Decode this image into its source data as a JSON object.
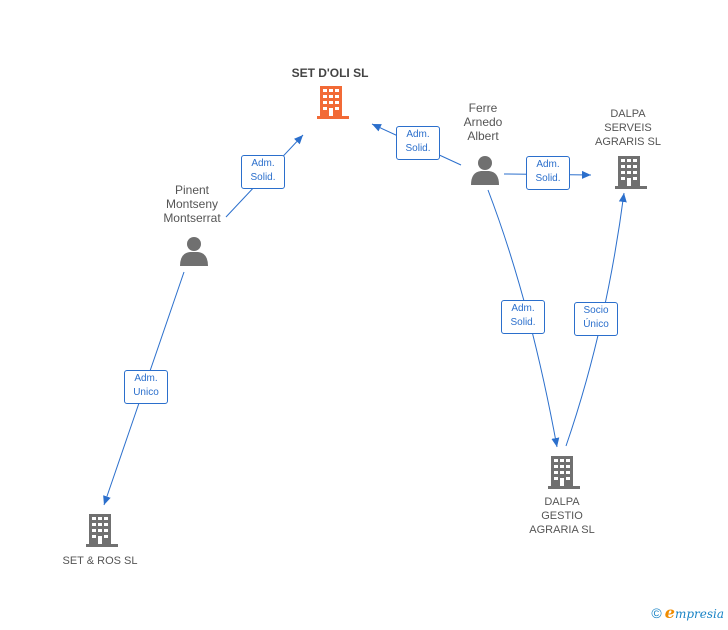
{
  "colors": {
    "edge": "#2b6fcc",
    "company_main": "#f26a36",
    "company": "#707070",
    "person": "#707070"
  },
  "nodes": {
    "set_doli": {
      "label": "SET D'OLI  SL",
      "type": "company-main"
    },
    "ferre": {
      "label": "Ferre\nArnedo\nAlbert",
      "type": "person"
    },
    "dalpa_serveis": {
      "label": "DALPA\nSERVEIS\nAGRARIS  SL",
      "type": "company"
    },
    "pinent": {
      "label": "Pinent\nMontseny\nMontserrat",
      "type": "person"
    },
    "dalpa_gestio": {
      "label": "DALPA\nGESTIO\nAGRARIA SL",
      "type": "company"
    },
    "set_ros": {
      "label": "SET & ROS  SL",
      "type": "company"
    }
  },
  "edges": {
    "pinent_setdoli": "Adm.\nSolid.",
    "ferre_setdoli": "Adm.\nSolid.",
    "ferre_serveis": "Adm.\nSolid.",
    "ferre_gestio": "Adm.\nSolid.",
    "gestio_serveis": "Socio\nÚnico",
    "pinent_setros": "Adm.\nUnico"
  },
  "brand": {
    "copyright": "©",
    "e": "e",
    "rest": "mpresia"
  }
}
